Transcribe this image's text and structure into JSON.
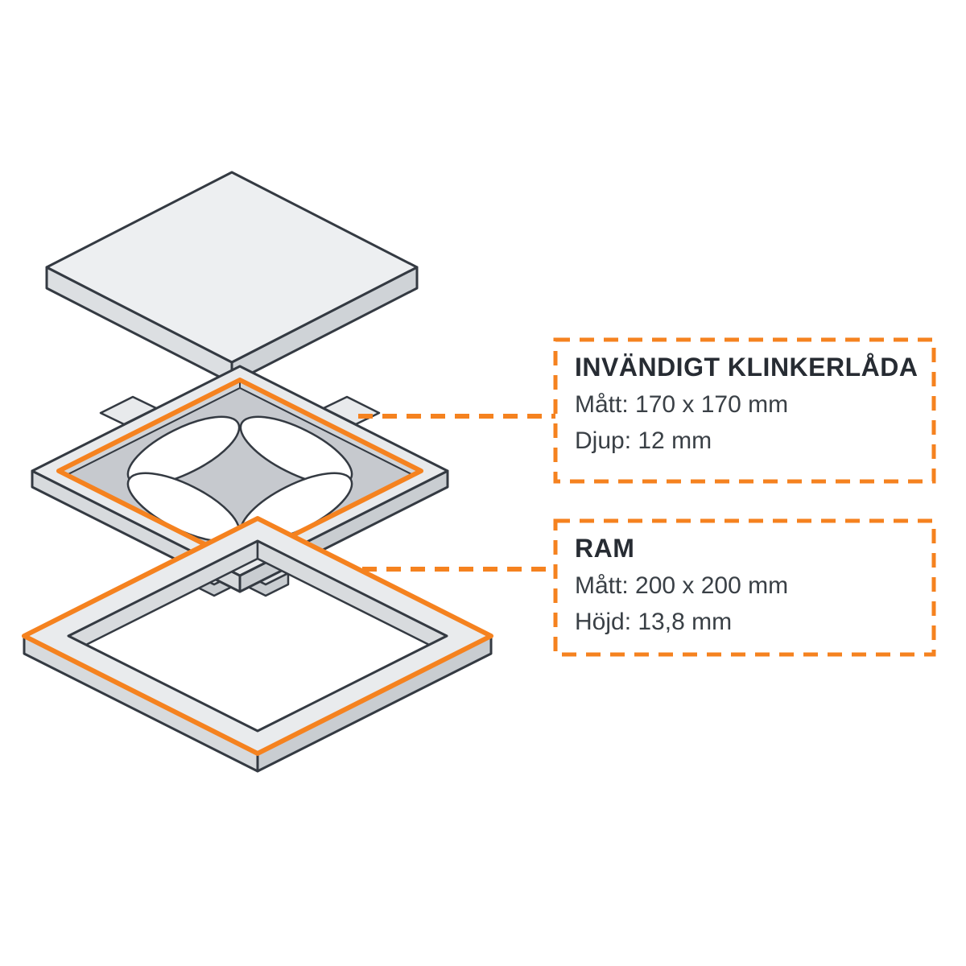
{
  "colors": {
    "accent": "#f5821f",
    "outline": "#343a42",
    "fill_light": "#e9ebed",
    "fill_mid": "#c6c9ce"
  },
  "callouts": [
    {
      "title": "INVÄNDIGT KLINKERLÅDA",
      "line1": "Mått: 170 x 170 mm",
      "line2": "Djup: 12 mm"
    },
    {
      "title": "RAM",
      "line1": "Mått: 200 x 200 mm",
      "line2": "Höjd: 13,8 mm"
    }
  ]
}
